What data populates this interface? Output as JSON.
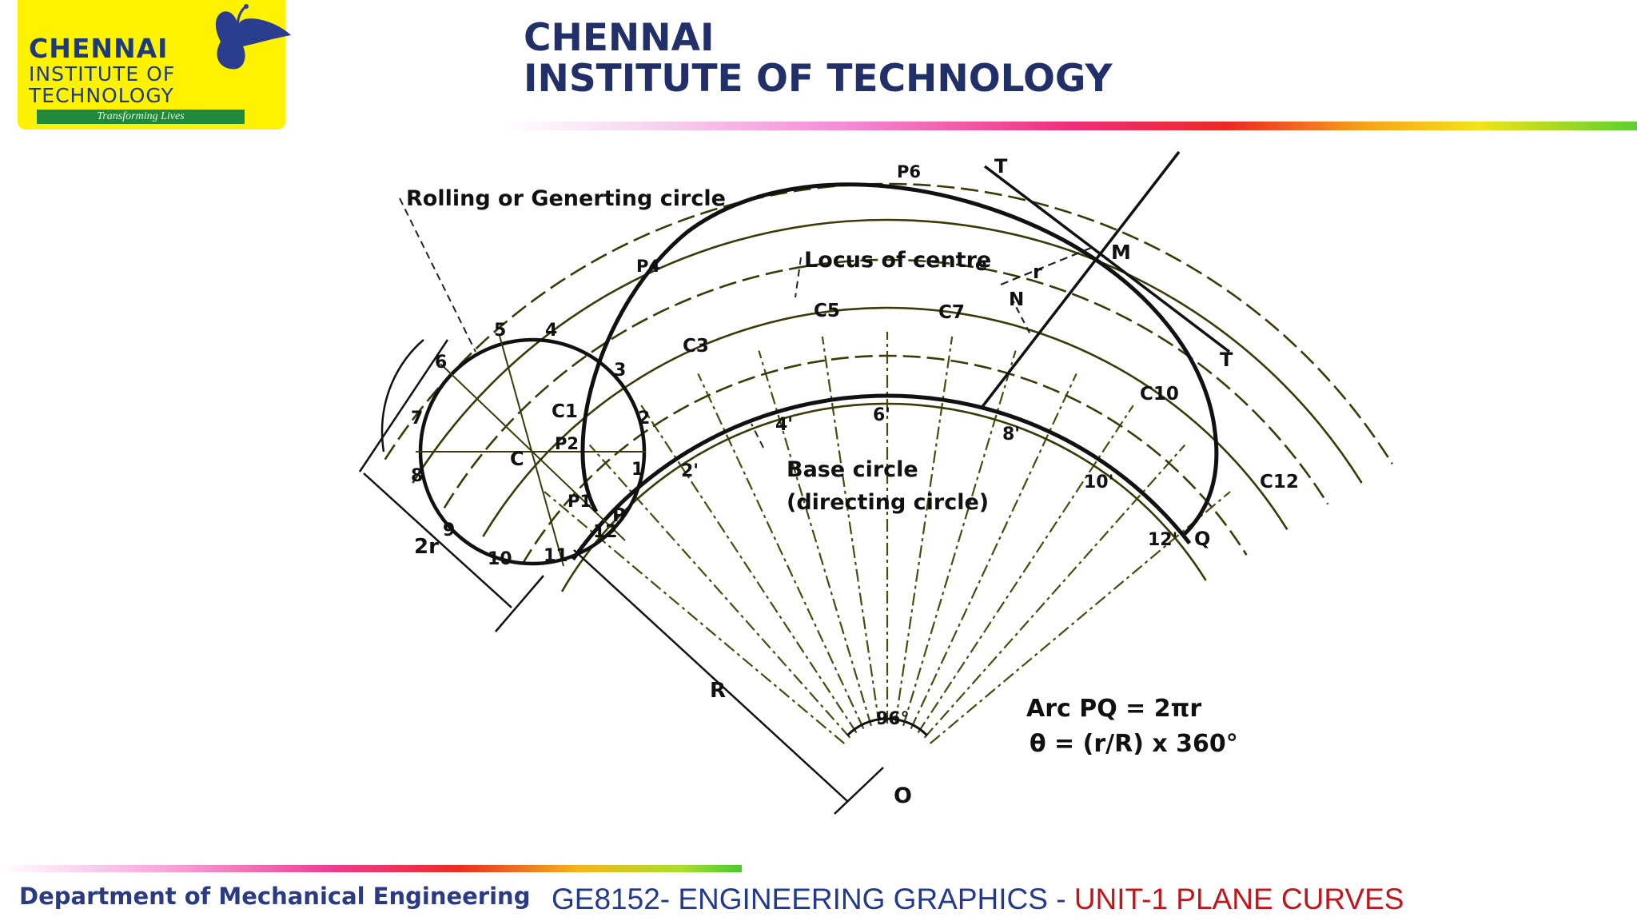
{
  "header": {
    "logo": {
      "line1": "CHENNAI",
      "line2": "INSTITUTE OF",
      "line3": "TECHNOLOGY",
      "tagline": "Transforming Lives",
      "bg_color": "#fff200",
      "icon": "butterfly-icon"
    },
    "title_line1": "CHENNAI",
    "title_line2": "INSTITUTE OF TECHNOLOGY"
  },
  "diagram": {
    "labels": {
      "rolling_circle": "Rolling or Generting circle",
      "locus_of_centre": "Locus of centre",
      "locus_e": "e",
      "base_circle_line1": "Base circle",
      "base_circle_line2": "(directing circle)",
      "radius_R": "R",
      "diameter_2r": "2r",
      "radius_r": "r",
      "angle": "96°",
      "origin": "O",
      "centre_C": "C",
      "point_P": "P",
      "point_Q": "Q",
      "point_M": "M",
      "point_N": "N",
      "tangent_T_top": "T",
      "tangent_T_right": "T",
      "arc_formula": "Arc PQ = 2πr",
      "theta_formula": "θ = (r/R) x 360°"
    },
    "circle_points": [
      "1",
      "2",
      "3",
      "4",
      "5",
      "6",
      "7",
      "8",
      "9",
      "10",
      "11",
      "12"
    ],
    "locus_points": [
      "P1",
      "P2",
      "P4",
      "P6"
    ],
    "centres": [
      "C1",
      "C3",
      "C5",
      "C7",
      "C10",
      "C12"
    ],
    "base_points": [
      "2'",
      "4'",
      "6'",
      "8'",
      "10'",
      "12'"
    ]
  },
  "footer": {
    "department": "Department of Mechanical Engineering",
    "course_code": "GE8152- ENGINEERING GRAPHICS  - ",
    "course_unit": "UNIT-1  PLANE CURVES"
  }
}
